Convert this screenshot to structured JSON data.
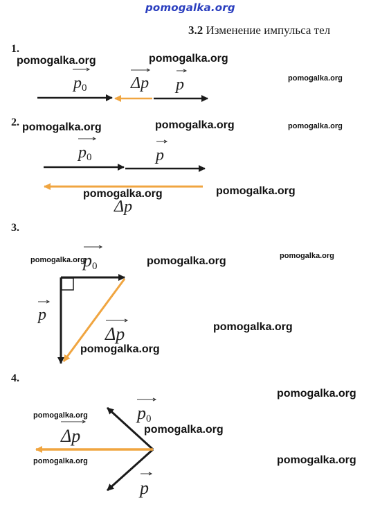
{
  "site_header": "pomogalka.org",
  "section": {
    "number": "3.2",
    "title": "Изменение импульса тел"
  },
  "problems": [
    {
      "number": "1."
    },
    {
      "number": "2."
    },
    {
      "number": "3."
    },
    {
      "number": "4."
    }
  ],
  "vectors": {
    "initial": "p",
    "initial_subscript": "0",
    "final": "p",
    "change": "Δp"
  },
  "watermark": "pomogalka.org",
  "colors": {
    "arrow_dark": "#1a1a1a",
    "arrow_change": "#f0a540",
    "header_link": "#2b3fbf"
  }
}
